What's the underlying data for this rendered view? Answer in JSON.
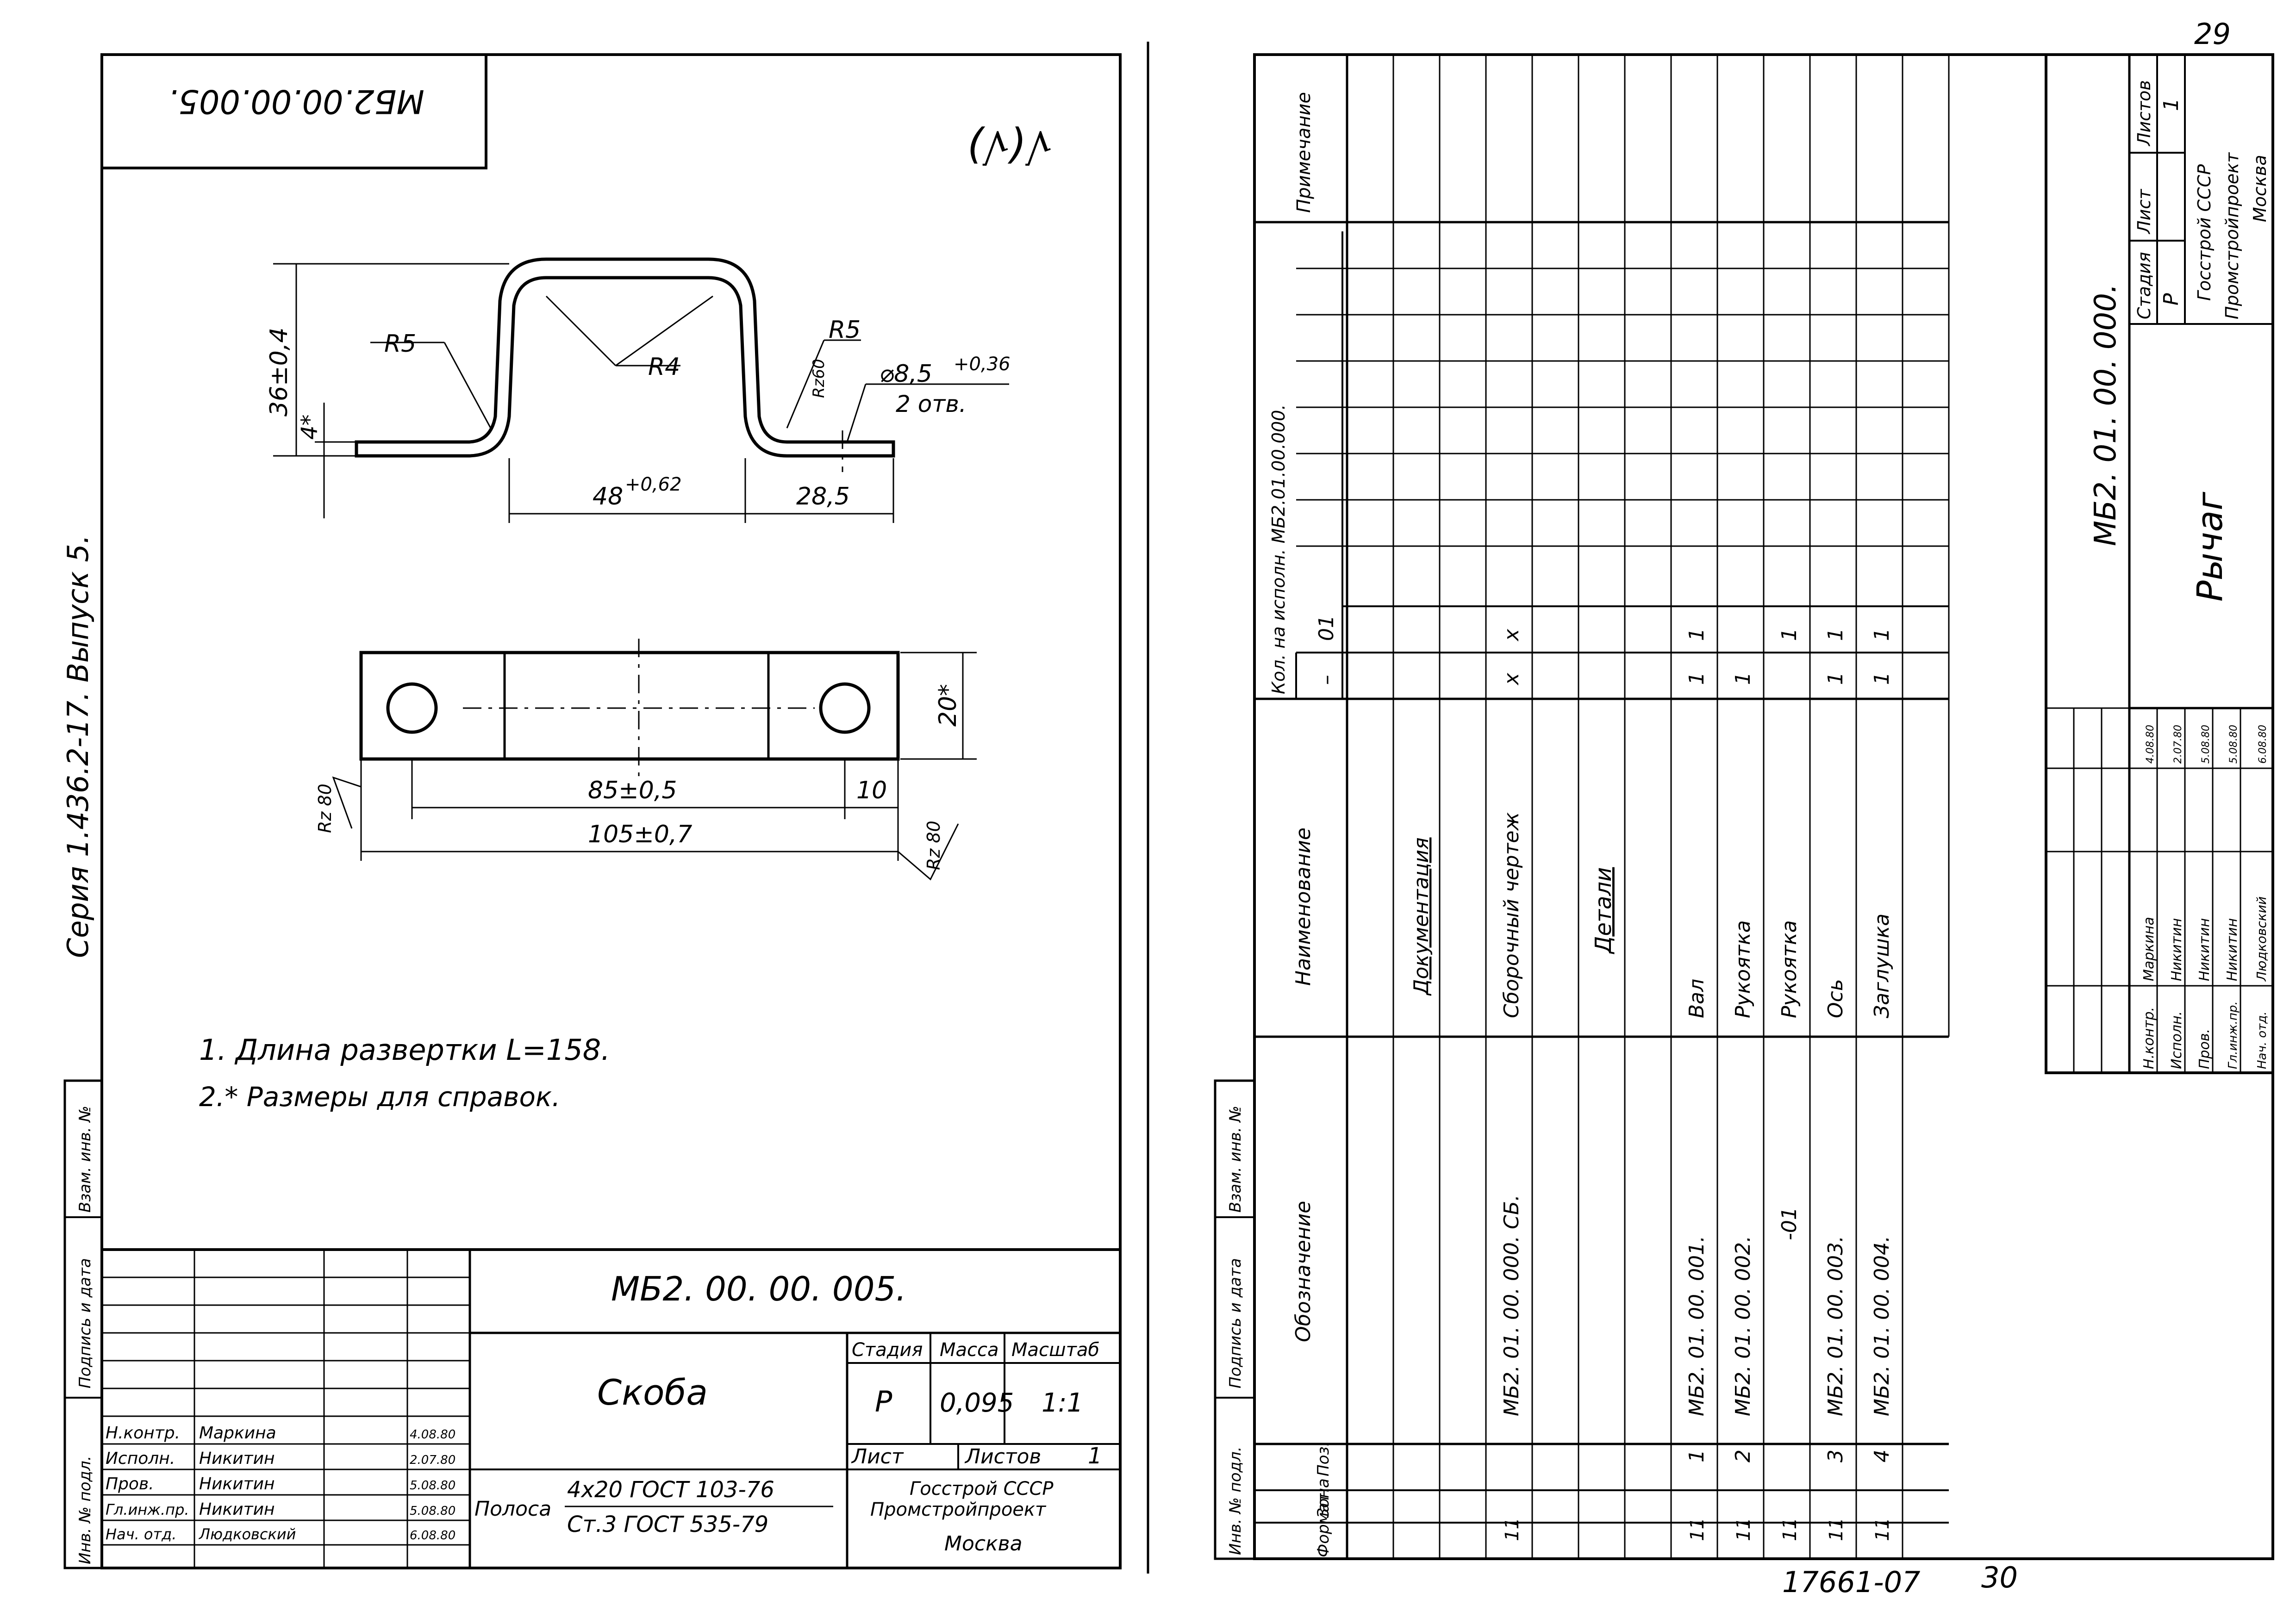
{
  "left_sheet": {
    "stamp_rotated": "МБ2.00.00.005.",
    "roughness_symbol": "√(√)",
    "series_text": "Серия 1.436.2-17.  Выпуск 5.",
    "dimensions": {
      "r5_left": "R5",
      "r4": "R4",
      "r5_right": "R5",
      "rz60": "Rz60",
      "hole": "⌀8,5",
      "hole_tol": "+0,36",
      "holes_count": "2 отв.",
      "height": "36±0,4",
      "flange_h": "4*",
      "width_mid": "48",
      "width_mid_tol": "+0,62",
      "flange_w": "28,5",
      "hole_pitch": "85±0,5",
      "edge_dist": "10",
      "total_len": "105±0,7",
      "strip_w": "20*",
      "rz80_left": "Rz 80",
      "rz80_right": "Rz 80"
    },
    "notes": [
      "1. Длина развертки  L=158.",
      "2.* Размеры для справок."
    ],
    "side_labels": [
      "Инв. № подл.",
      "Подпись и дата",
      "Взам. инв. №"
    ],
    "title_block": {
      "designation": "МБ2. 00. 00. 005.",
      "name": "Скоба",
      "headers": {
        "stage": "Стадия",
        "mass": "Масса",
        "scale": "Масштаб"
      },
      "stage": "Р",
      "mass": "0,095",
      "scale": "1:1",
      "sheet_label": "Лист",
      "sheets_label": "Листов",
      "sheets_count": "1",
      "material_prefix": "Полоса",
      "material_top": "4х20   ГОСТ 103-76",
      "material_bottom": "Ст.3   ГОСТ 535-79",
      "org": [
        "Госстрой СССР",
        "Промстройпроект",
        "Москва"
      ],
      "signatures": [
        {
          "role": "Н.контр.",
          "name": "Маркина",
          "date": "4.08.80"
        },
        {
          "role": "Исполн.",
          "name": "Никитин",
          "date": "2.07.80"
        },
        {
          "role": "Пров.",
          "name": "Никитин",
          "date": "5.08.80"
        },
        {
          "role": "Гл.инж.пр.",
          "name": "Никитин",
          "date": "5.08.80"
        },
        {
          "role": "Нач. отд.",
          "name": "Людковский",
          "date": "6.08.80"
        }
      ]
    }
  },
  "right_sheet": {
    "page_number_top": "29",
    "headers": {
      "format": "Формат",
      "zone": "Зона",
      "pos": "Поз.",
      "designation": "Обозначение",
      "name": "Наименование",
      "qty": "Кол. на исполн. МБ2.01.00.000.",
      "qty_dash": "–",
      "qty_01": "01",
      "note": "Примечание"
    },
    "rows": [
      {
        "format": "",
        "pos": "",
        "designation": "",
        "name": "Документация",
        "q1": "",
        "q2": "",
        "underline": true
      },
      {
        "format": "11",
        "pos": "",
        "designation": "МБ2. 01. 00. 000. СБ.",
        "name": "Сборочный чертеж",
        "q1": "х",
        "q2": "х"
      },
      {
        "format": "",
        "pos": "",
        "designation": "",
        "name": "Детали",
        "q1": "",
        "q2": "",
        "underline": true
      },
      {
        "format": "11",
        "pos": "1",
        "designation": "МБ2. 01. 00. 001.",
        "name": "Вал",
        "q1": "1",
        "q2": "1"
      },
      {
        "format": "11",
        "pos": "2",
        "designation": "МБ2. 01. 00. 002.",
        "name": "Рукоятка",
        "q1": "1",
        "q2": ""
      },
      {
        "format": "11",
        "pos": "",
        "designation": "-01",
        "name": "Рукоятка",
        "q1": "",
        "q2": "1"
      },
      {
        "format": "11",
        "pos": "3",
        "designation": "МБ2. 01. 00. 003.",
        "name": "Ось",
        "q1": "1",
        "q2": "1"
      },
      {
        "format": "11",
        "pos": "4",
        "designation": "МБ2. 01. 00. 004.",
        "name": "Заглушка",
        "q1": "1",
        "q2": "1"
      }
    ],
    "side_labels": [
      "Инв. № подл.",
      "Подпись и дата",
      "Взам. инв. №"
    ],
    "title_block": {
      "designation": "МБ2. 01. 00. 000.",
      "name": "Рычаг",
      "headers": {
        "stage": "Стадия",
        "sheet": "Лист",
        "sheets": "Листов"
      },
      "stage": "Р",
      "sheets_count": "1",
      "org": [
        "Госстрой СССР",
        "Промстройпроект",
        "Москва"
      ],
      "signatures": [
        {
          "role": "Н.контр.",
          "name": "Маркина",
          "date": "4.08.80"
        },
        {
          "role": "Исполн.",
          "name": "Никитин",
          "date": "2.07.80"
        },
        {
          "role": "Пров.",
          "name": "Никитин",
          "date": "5.08.80"
        },
        {
          "role": "Гл.инж.пр.",
          "name": "Никитин",
          "date": "5.08.80"
        },
        {
          "role": "Нач. отд.",
          "name": "Людковский",
          "date": "6.08.80"
        }
      ]
    },
    "footer_number": "17661-07",
    "footer_page": "30"
  }
}
